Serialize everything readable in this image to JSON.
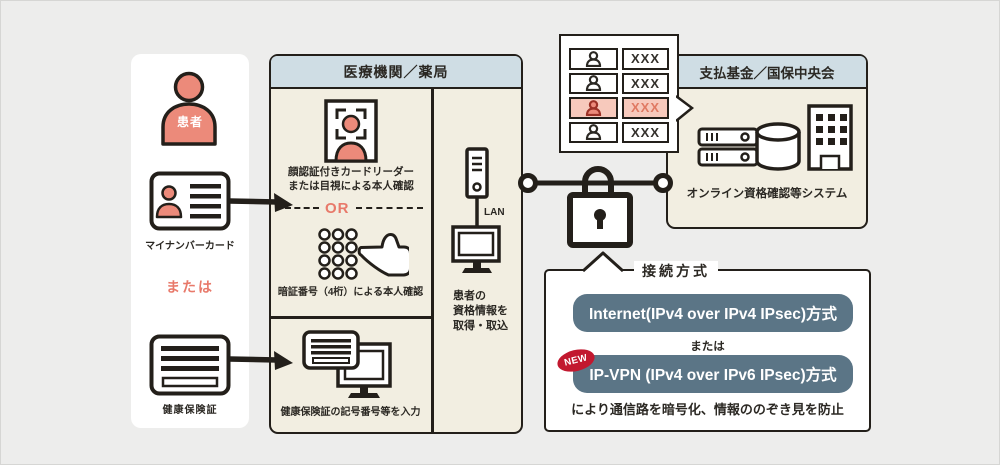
{
  "left_panel": {
    "patient_label": "患者",
    "mynumber_label": "マイナンバーカード",
    "or_label": "または",
    "insurance_label": "健康保険証"
  },
  "medical_panel": {
    "title": "医療機関／薬局",
    "face_check_label": "顔認証付きカードリーダー\nまたは目視による本人確認",
    "or_label": "OR",
    "pin_check_label": "暗証番号（4桁）による本人確認",
    "lan_label": "LAN",
    "acquire_label": "患者の\n資格情報を\n取得・取込",
    "insurance_entry_label": "健康保険証の記号番号等を入力"
  },
  "roster": {
    "rows": [
      {
        "value": "XXX",
        "highlighted": false
      },
      {
        "value": "XXX",
        "highlighted": false
      },
      {
        "value": "XXX",
        "highlighted": true
      },
      {
        "value": "XXX",
        "highlighted": false
      }
    ]
  },
  "payer_panel": {
    "title": "支払基金／国保中央会",
    "system_label": "オンライン資格確認等システム"
  },
  "connection_box": {
    "title": "接続方式",
    "method_internet": "Internet(IPv4 over IPv4 IPsec)方式",
    "or_label": "または",
    "new_badge": "NEW",
    "method_ipvpn": "IP-VPN (IPv4 over IPv6 IPsec)方式",
    "note": "により通信路を暗号化、情報ののぞき見を防止"
  },
  "palette": {
    "salmon": "#ec8a7a",
    "highlight_row_bg": "#f7c9bc",
    "header_blue": "#cfdde4",
    "panel_cream": "#f2eee1",
    "pill_slate": "#5b7586",
    "new_red": "#c2182f",
    "line_dark": "#231f1a",
    "canvas_gray": "#ededec"
  }
}
